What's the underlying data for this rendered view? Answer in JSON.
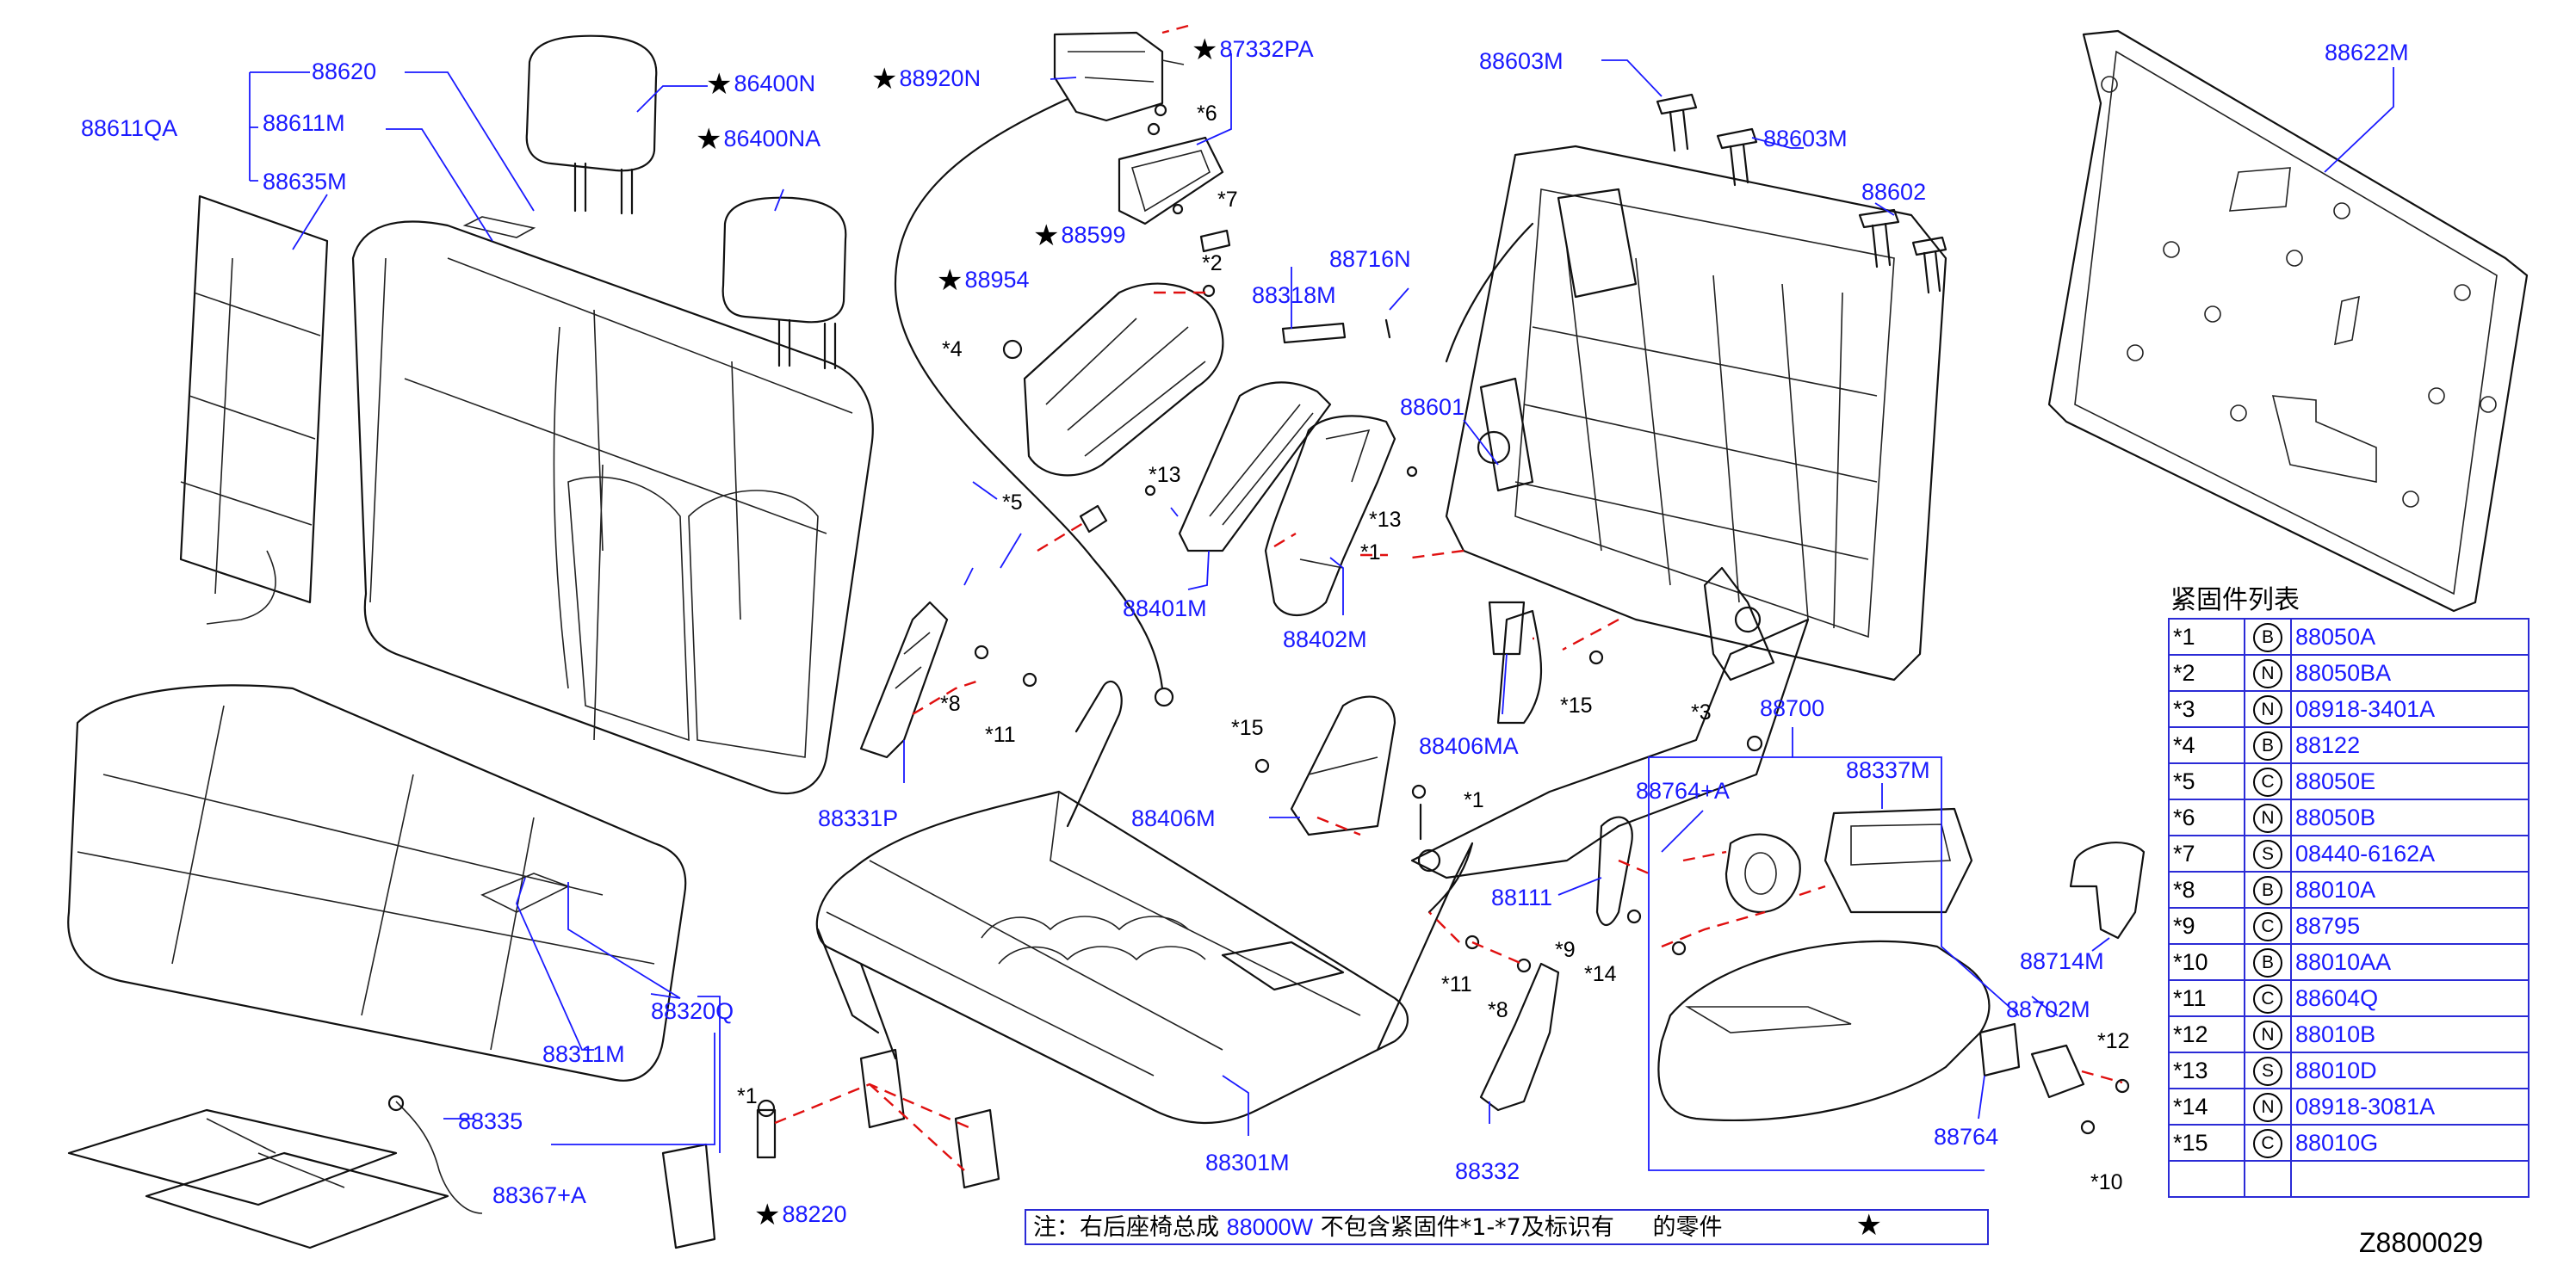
{
  "labels": {
    "p88620": "88620",
    "p88611QA": "88611QA",
    "p88611M": "88611M",
    "p88635M": "88635M",
    "p86400N": "86400N",
    "p86400NA": "86400NA",
    "p88920N": "88920N",
    "p87332PA": "87332PA",
    "p88603M_a": "88603M",
    "p88603M_b": "88603M",
    "p88602": "88602",
    "p88622M": "88622M",
    "p88599": "88599",
    "p88954": "88954",
    "p88716N": "88716N",
    "p88318M": "88318M",
    "p88601": "88601",
    "p88401M": "88401M",
    "p88402M": "88402M",
    "p88406MA": "88406MA",
    "p88331P": "88331P",
    "p88406M": "88406M",
    "p88700": "88700",
    "p88337M": "88337M",
    "p88764A": "88764+A",
    "p88111": "88111",
    "p88714M": "88714M",
    "p88702M": "88702M",
    "p88764": "88764",
    "p88320Q": "88320Q",
    "p88311M": "88311M",
    "p88335": "88335",
    "p88367A": "88367+A",
    "p88220": "88220",
    "p88301M": "88301M",
    "p88332": "88332"
  },
  "stars": {
    "icon": "star-icon",
    "glyph": "★"
  },
  "fasteners": {
    "f6": "*6",
    "f7": "*7",
    "f2": "*2",
    "f4": "*4",
    "f5": "*5",
    "f13a": "*13",
    "f13b": "*13",
    "f1a": "*1",
    "f3": "*3",
    "f15a": "*15",
    "f8a": "*8",
    "f11a": "*11",
    "f15b": "*15",
    "f1b": "*1",
    "f9": "*9",
    "f14": "*14",
    "f11b": "*11",
    "f8b": "*8",
    "f12": "*12",
    "f10": "*10",
    "f1c": "*1"
  },
  "fastener_table": {
    "title": "紧固件列表",
    "rows": [
      {
        "ref": "*1",
        "type": "B",
        "part": "88050A"
      },
      {
        "ref": "*2",
        "type": "N",
        "part": "88050BA"
      },
      {
        "ref": "*3",
        "type": "N",
        "part": "08918-3401A"
      },
      {
        "ref": "*4",
        "type": "B",
        "part": "88122"
      },
      {
        "ref": "*5",
        "type": "C",
        "part": "88050E"
      },
      {
        "ref": "*6",
        "type": "N",
        "part": "88050B"
      },
      {
        "ref": "*7",
        "type": "S",
        "part": "08440-6162A"
      },
      {
        "ref": "*8",
        "type": "B",
        "part": "88010A"
      },
      {
        "ref": "*9",
        "type": "C",
        "part": "88795"
      },
      {
        "ref": "*10",
        "type": "B",
        "part": "88010AA"
      },
      {
        "ref": "*11",
        "type": "C",
        "part": "88604Q"
      },
      {
        "ref": "*12",
        "type": "N",
        "part": "88010B"
      },
      {
        "ref": "*13",
        "type": "S",
        "part": "88010D"
      },
      {
        "ref": "*14",
        "type": "N",
        "part": "08918-3081A"
      },
      {
        "ref": "*15",
        "type": "C",
        "part": "88010G"
      }
    ]
  },
  "note": {
    "prefix": "注：右后座椅总成",
    "part": "88000W",
    "suffix": "不包含紧固件*1-*7及标识有",
    "tail": "的零件"
  },
  "diagram_code": "Z8800029",
  "colors": {
    "label": "#1a1aff",
    "leader": "#1a1aff",
    "dashed_link": "#e01010",
    "drawing": "#111111",
    "table_border": "#2b2bd6"
  }
}
